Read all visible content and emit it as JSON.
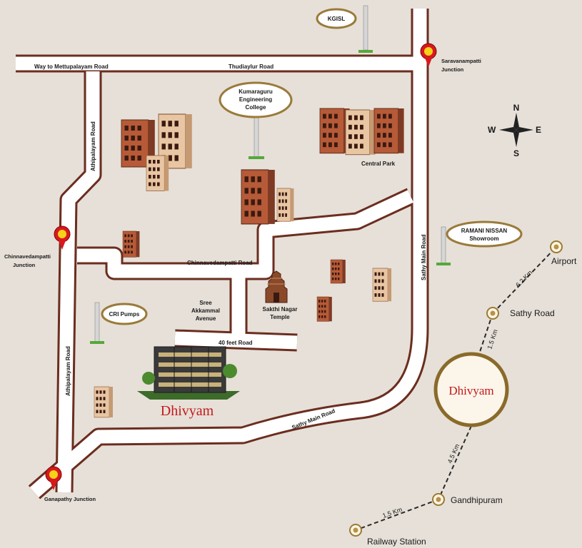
{
  "roads": {
    "mettupalayam": "Way to Mettupalayam Road",
    "thudiyalur": "Thudiaylur Road",
    "athipalayam_top": "Athipalayam Road",
    "athipalayam_bottom": "Athipalayam Road",
    "chinnavedampatti_road": "Chinnavedampatti Road",
    "sathy_main_right": "Sathy Main Road",
    "sathy_main_bottom": "Sathy Main Road",
    "forty_feet": "40 feet Road"
  },
  "junctions": {
    "saravanampatti": [
      "Saravanampatti",
      "Junction"
    ],
    "chinnavedampatti": [
      "Chinnavedampatti",
      "Junction"
    ],
    "ganapathy": "Ganapathy Junction"
  },
  "landmarks": {
    "kgisl": "KGISL",
    "kumaraguru": [
      "Kumaraguru",
      "Engineering",
      "College"
    ],
    "central_park": "Central Park",
    "ramani_nissan": [
      "RAMANI NISSAN",
      "Showroom"
    ],
    "cri_pumps": "CRI Pumps",
    "sree_akkammal": [
      "Sree",
      "Akkammal",
      "Avenue"
    ],
    "sakthi_nagar": [
      "Sakthi Nagar",
      "Temple"
    ]
  },
  "project": {
    "name": "Dhivyam"
  },
  "compass": {
    "n": "N",
    "s": "S",
    "e": "E",
    "w": "W"
  },
  "distance_chart": {
    "airport": "Airport",
    "sathy_road": "Sathy Road",
    "gandhipuram": "Gandhipuram",
    "railway_station": "Railway Station",
    "d_airport": "6.2 Km",
    "d_sathy": "1.5 Km",
    "d_gandhipuram": "4.5 Km",
    "d_railway": "1.5 Km"
  },
  "colors": {
    "background": "#e6e0d8",
    "road_fill": "#ffffff",
    "road_border": "#6b2d1f",
    "pin_red": "#d9181e",
    "pin_yellow": "#f6d21a",
    "building_brown": "#b65a38",
    "building_beige": "#e9c6a3",
    "ring_brown": "#8a6a2a",
    "title_red": "#c41a1a"
  }
}
